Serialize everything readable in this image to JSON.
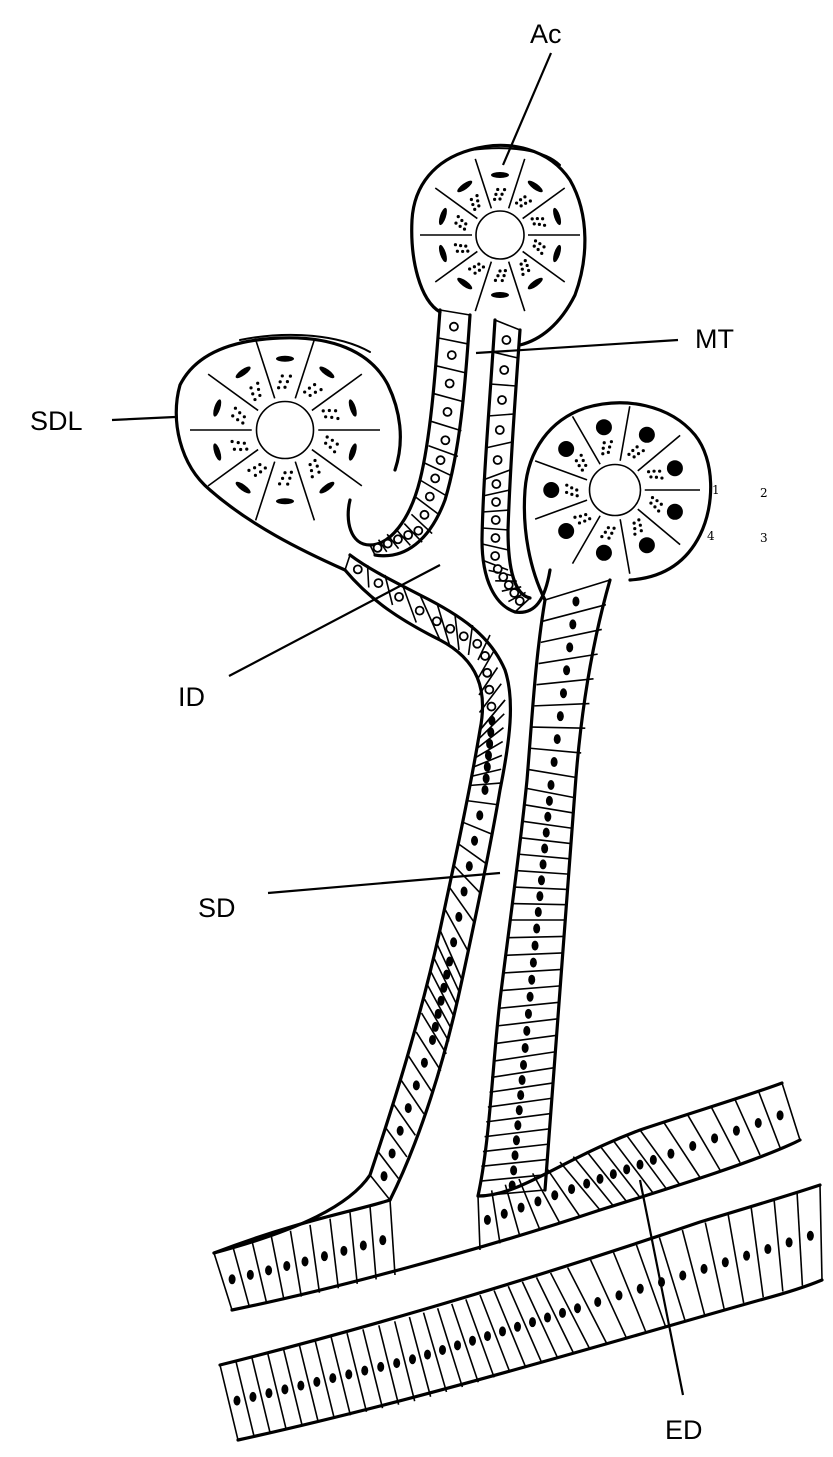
{
  "labels": {
    "acinus": "Ac",
    "myoepithelial_tubule": "MT",
    "secretory_duct_lobe": "SDL",
    "intercalated_duct": "ID",
    "striated_duct": "SD",
    "excretory_duct": "ED"
  },
  "stray_marks": [
    "2",
    "1",
    "3",
    "4"
  ],
  "colors": {
    "ink": "#000000",
    "paper": "#ffffff"
  }
}
